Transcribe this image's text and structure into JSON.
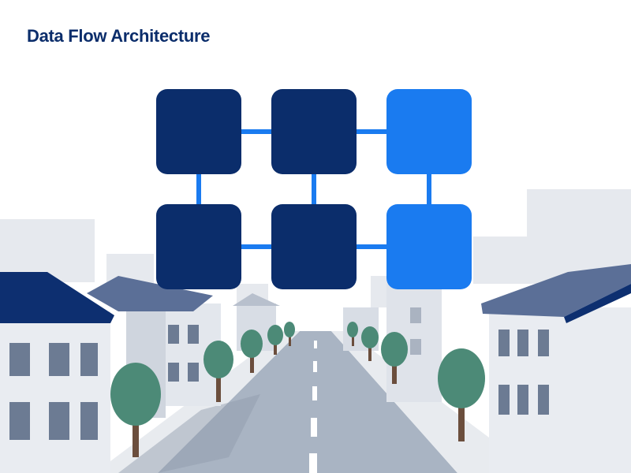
{
  "title": "Data Flow Architecture",
  "colors": {
    "node_dark": "#0b2d6b",
    "node_bright": "#1a7bf0",
    "connector": "#1a7bf0",
    "roof": "#0d2f70",
    "tree": "#4c8a77",
    "road": "#a9b4c3"
  },
  "diagram": {
    "rows": 2,
    "cols": 3,
    "nodes": [
      {
        "row": 0,
        "col": 0,
        "tone": "dark"
      },
      {
        "row": 0,
        "col": 1,
        "tone": "dark"
      },
      {
        "row": 0,
        "col": 2,
        "tone": "bright"
      },
      {
        "row": 1,
        "col": 0,
        "tone": "dark"
      },
      {
        "row": 1,
        "col": 1,
        "tone": "dark"
      },
      {
        "row": 1,
        "col": 2,
        "tone": "bright"
      }
    ]
  }
}
